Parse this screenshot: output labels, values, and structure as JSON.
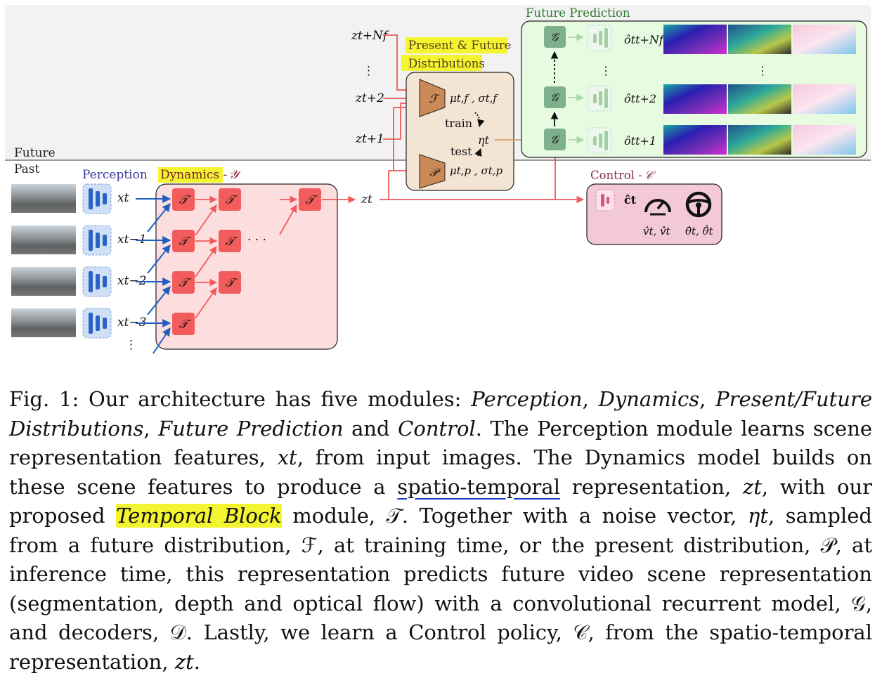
{
  "labels": {
    "future": "Future",
    "past": "Past",
    "perception": "Perception",
    "dynamics": "Dynamics -",
    "dynamics_sym": "𝒴",
    "distributions_line1": "Present & Future",
    "distributions_line2": "Distributions",
    "future_prediction": "Future Prediction",
    "control": "Control -",
    "control_sym": "𝒞",
    "train": "train",
    "test": "test",
    "ellipsis_h": "· · ·",
    "vdots": "⋮"
  },
  "symbols": {
    "T": "𝒯",
    "F": "ℱ",
    "P": "𝒫",
    "G": "𝒢",
    "mu_f": "μt,f , σt,f",
    "mu_p": "μt,p , σt,p",
    "eta": "ηt",
    "zt": "zt",
    "c_hat": "ĉt",
    "speed": "v̂t, v̂̇t",
    "steer": "θ̂t, θ̂̇t"
  },
  "inputs": [
    "xt",
    "xt−1",
    "xt−2",
    "xt−3"
  ],
  "z_future": [
    "zt+Nf",
    "⋮",
    "zt+2",
    "zt+1"
  ],
  "outputs": [
    "ôtt+Nf",
    "ôtt+2",
    "ôtt+1"
  ],
  "colors": {
    "arrow_red": "#f05a5a",
    "arrow_blue": "#1f5fc0",
    "arrow_orange": "#d9a070",
    "block_red": "#f25c5c",
    "dynamics_bg": "#fcdede",
    "distributions_bg": "#f3e4d4",
    "encoder_brown": "#c98a57",
    "future_bg": "#e6fbe0",
    "G_green": "#7fb08e",
    "control_bg": "#f3c9d6",
    "perception_blue": "#2a63c4",
    "highlight": "#f2f530"
  },
  "caption": {
    "fig": "Fig. 1:",
    "t1": " Our architecture has five modules: ",
    "m1": "Perception",
    "t2": ", ",
    "m2": "Dynamics",
    "t3": ", ",
    "m3": "Present/Future Distributions",
    "t4": ", ",
    "m4": "Future Prediction",
    "t5": " and ",
    "m5": "Control",
    "t6": ". The Perception module learns scene representation features, ",
    "x_t": "xt",
    "t7": ", from input images. The Dynamics model builds on these scene features to produce a ",
    "spatio": "spatio-temporal",
    "t8": " representation, ",
    "z_t": "zt",
    "t9": ", with our proposed ",
    "tb": "Temporal Block",
    "t10": " module, 𝒯. Together with a noise vector, ",
    "eta_t": "ηt",
    "t11": ", sampled from a future distribution, ℱ, at training time, or the present distribution, 𝒫, at inference time, this representation predicts future video scene representation (segmentation, depth and optical flow) with a convolutional recurrent model, 𝒢, and decoders, 𝒟. Lastly, we learn a Control policy, 𝒞, from the spatio-temporal representation, ",
    "z_t2": "zt",
    "t12": "."
  }
}
